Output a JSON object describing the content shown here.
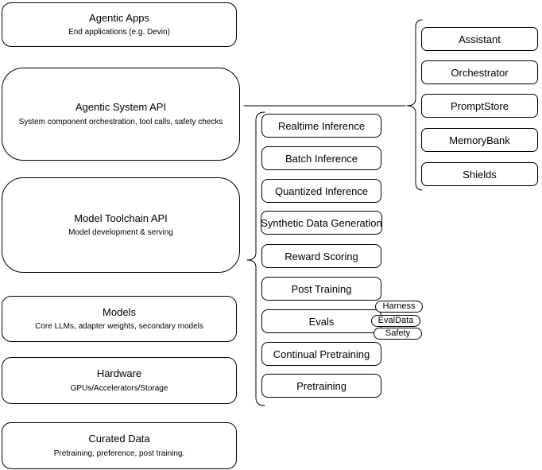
{
  "diagram": {
    "left_stack": [
      {
        "title": "Agentic Apps",
        "subtitle": "End applications (e.g. Devin)"
      },
      {
        "title": "Agentic System API",
        "subtitle": "System component orchestration, tool calls, safety checks"
      },
      {
        "title": "Model Toolchain API",
        "subtitle": "Model development & serving"
      },
      {
        "title": "Models",
        "subtitle": "Core LLMs, adapter weights, secondary models"
      },
      {
        "title": "Hardware",
        "subtitle": "GPUs/Accelerators/Storage"
      },
      {
        "title": "Curated Data",
        "subtitle": "Pretraining, preference, post training."
      }
    ],
    "toolchain_services": [
      "Realtime Inference",
      "Batch Inference",
      "Quantized Inference",
      "Synthetic Data Generation",
      "Reward Scoring",
      "Post Training",
      "Evals",
      "Continual Pretraining",
      "Pretraining"
    ],
    "eval_tags": [
      "Harness",
      "EvalData",
      "Safety"
    ],
    "system_components": [
      "Assistant",
      "Orchestrator",
      "PromptStore",
      "MemoryBank",
      "Shields"
    ],
    "colors": {
      "stroke": "#000000",
      "fill": "#ffffff",
      "text": "#000000"
    }
  }
}
